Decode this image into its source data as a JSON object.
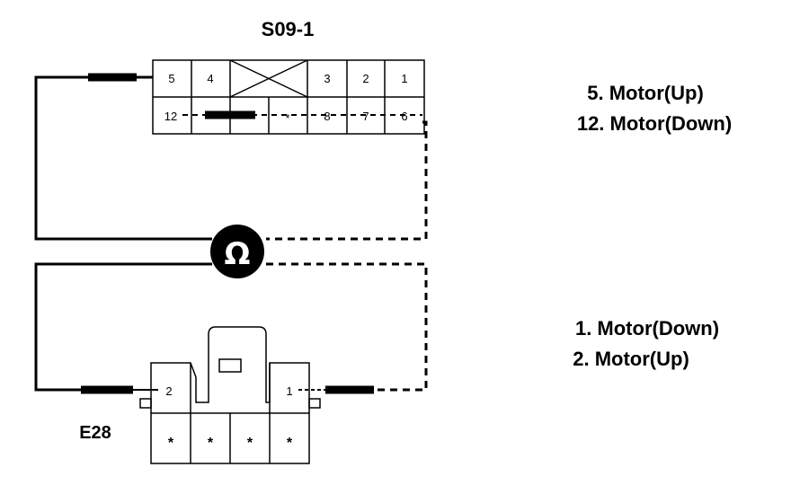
{
  "connector_top": {
    "name": "S09-1",
    "row1_pins": [
      "5",
      "4",
      "3",
      "2",
      "1"
    ],
    "row2_pins": [
      "12",
      "*",
      "8",
      "7",
      "6"
    ]
  },
  "connector_bottom": {
    "name": "E28",
    "pin_left": "2",
    "pin_right": "1",
    "bottom_pins": [
      "*",
      "*",
      "*",
      "*"
    ]
  },
  "meter": {
    "symbol": "Ω",
    "icon": "ohmmeter-icon"
  },
  "legend_top": {
    "line1": "5. Motor(Up)",
    "line2": "12. Motor(Down)"
  },
  "legend_bottom": {
    "line1": "1. Motor(Down)",
    "line2": "2. Motor(Up)"
  },
  "colors": {
    "ink": "#000000",
    "background": "#ffffff"
  }
}
